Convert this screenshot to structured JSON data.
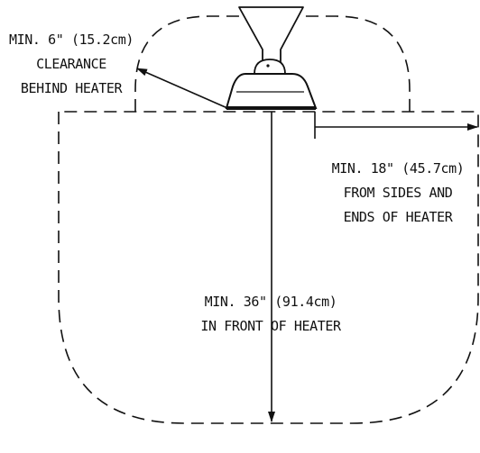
{
  "labels": {
    "behind_line1": "MIN. 6\" (15.2cm)",
    "behind_line2": "CLEARANCE",
    "behind_line3": "BEHIND HEATER",
    "sides_line1": "MIN. 18\" (45.7cm)",
    "sides_line2": "FROM SIDES AND",
    "sides_line3": "ENDS OF HEATER",
    "front_line1": "MIN. 36\" (91.4cm)",
    "front_line2": "IN FRONT OF HEATER"
  },
  "colors": {
    "line": "#111111",
    "background": "#ffffff"
  }
}
